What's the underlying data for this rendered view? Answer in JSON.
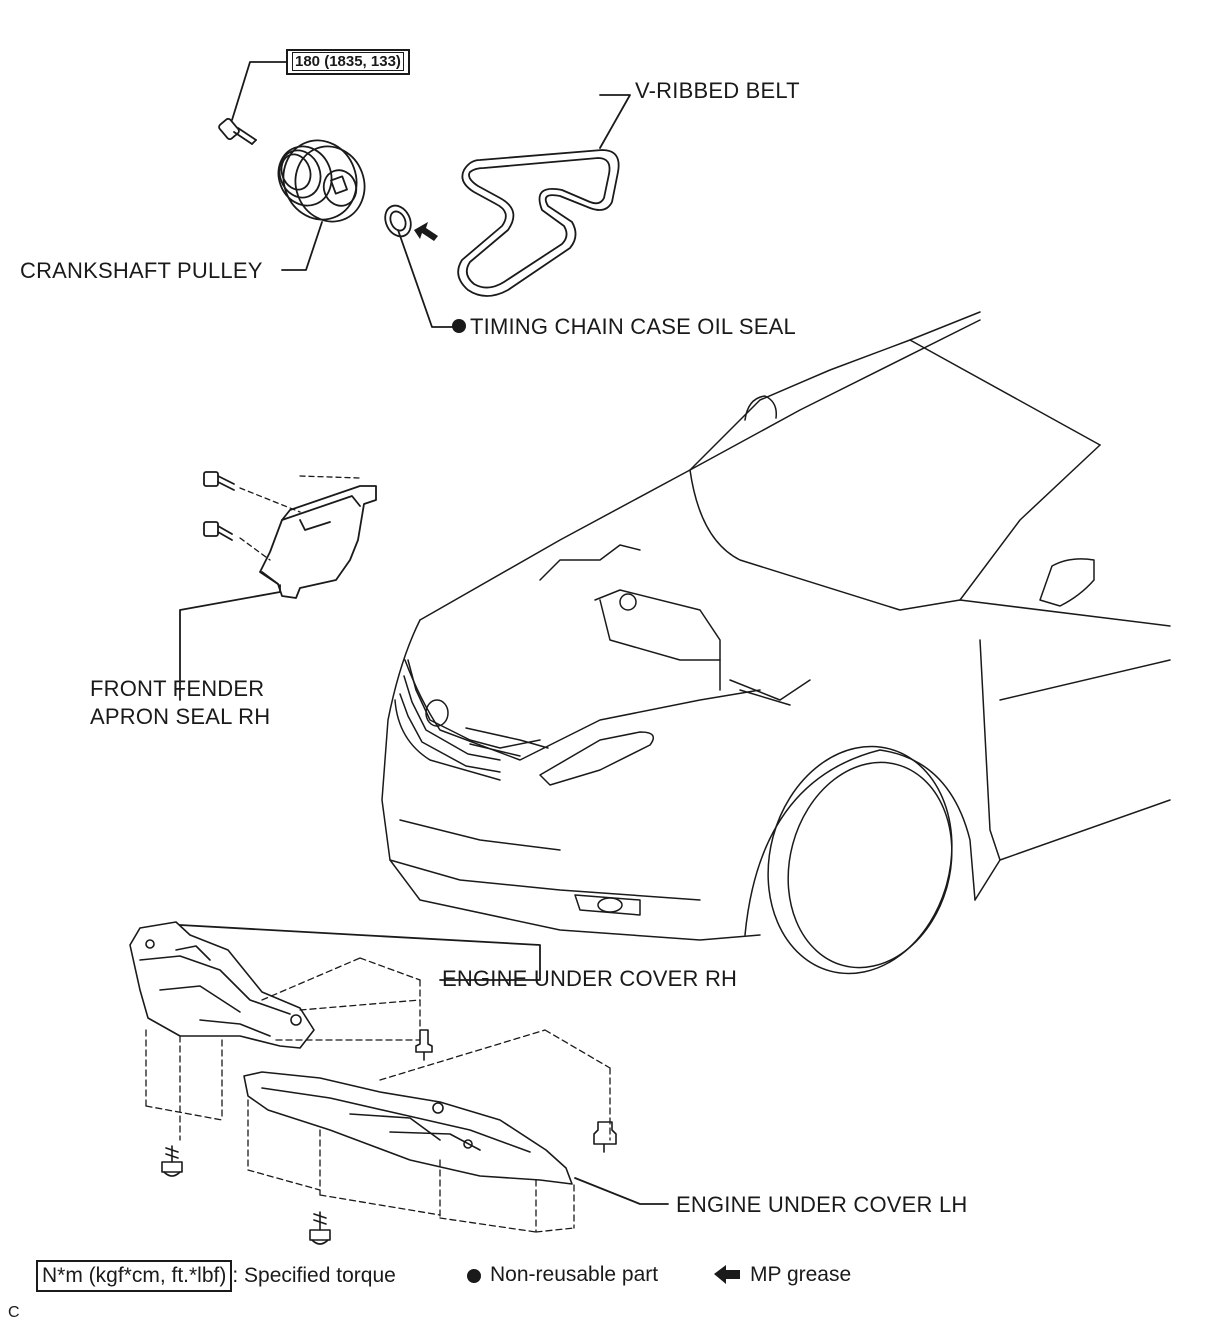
{
  "labels": {
    "torque_spec": "180 (1835, 133)",
    "v_ribbed_belt": "V-RIBBED BELT",
    "crankshaft_pulley": "CRANKSHAFT PULLEY",
    "timing_chain_case_oil_seal": "TIMING CHAIN CASE OIL SEAL",
    "front_fender_apron_seal_line1": "FRONT FENDER",
    "front_fender_apron_seal_line2": "APRON SEAL RH",
    "engine_under_cover_rh": "ENGINE UNDER COVER RH",
    "engine_under_cover_lh": "ENGINE UNDER COVER LH"
  },
  "legend": {
    "torque_box": "N*m (kgf*cm, ft.*lbf)",
    "torque_text": ": Specified torque",
    "non_reusable": "Non-reusable part",
    "mp_grease": "MP grease"
  },
  "footer_code": "C",
  "icons": [
    "non-reusable-dot-icon",
    "grease-arrow-icon",
    "bolt-icon",
    "clip-icon"
  ],
  "colors": {
    "line": "#1a1a1a",
    "background": "#ffffff"
  }
}
